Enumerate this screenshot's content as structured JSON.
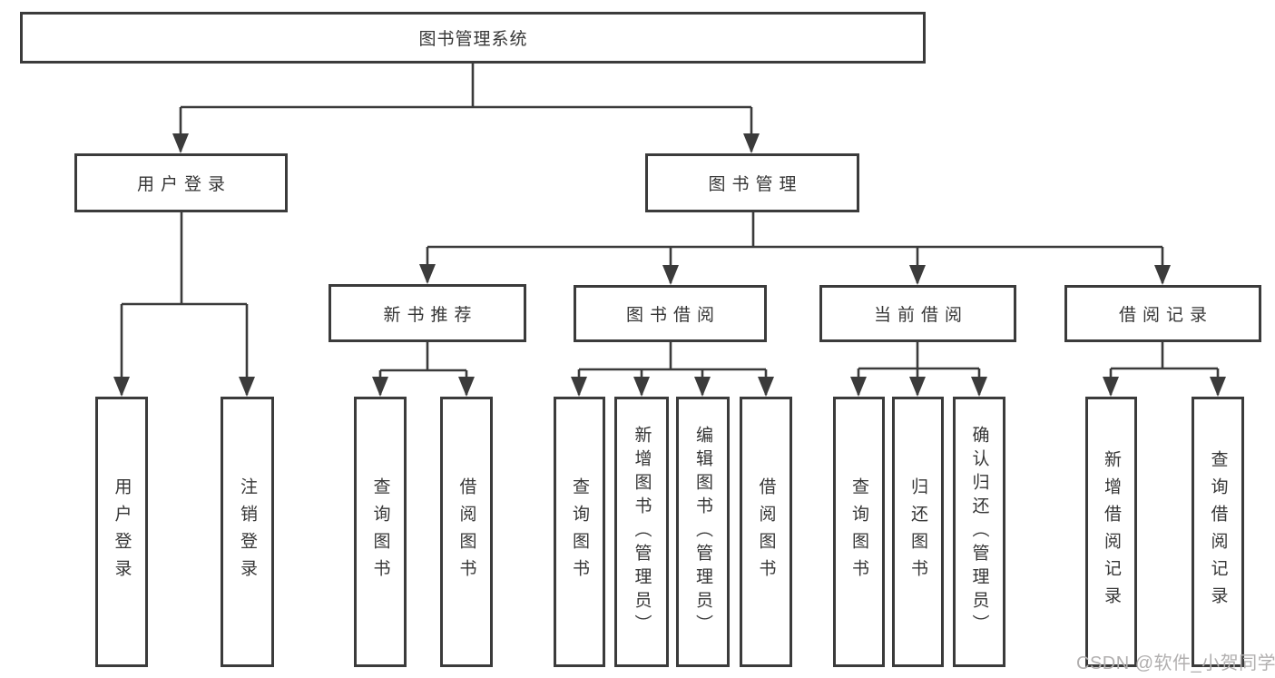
{
  "colors": {
    "line": "#3b3b3b",
    "box_border": "#3b3b3b",
    "text": "#363636",
    "watermark": "#b1afaf",
    "background": "#ffffff"
  },
  "watermark": {
    "text": "CSDN @软件_小贺同学"
  },
  "tree": {
    "root": {
      "label": "图书管理系统",
      "children": [
        {
          "label": "用户登录",
          "children": [
            {
              "label": "用户登录"
            },
            {
              "label": "注销登录"
            }
          ]
        },
        {
          "label": "图书管理",
          "children": [
            {
              "label": "新书推荐",
              "children": [
                {
                  "label": "查询图书"
                },
                {
                  "label": "借阅图书"
                }
              ]
            },
            {
              "label": "图书借阅",
              "children": [
                {
                  "label": "查询图书"
                },
                {
                  "label": "新增图书（管理员）"
                },
                {
                  "label": "编辑图书（管理员）"
                },
                {
                  "label": "借阅图书"
                }
              ]
            },
            {
              "label": "当前借阅",
              "children": [
                {
                  "label": "查询图书"
                },
                {
                  "label": "归还图书"
                },
                {
                  "label": "确认归还（管理员）"
                }
              ]
            },
            {
              "label": "借阅记录",
              "children": [
                {
                  "label": "新增借阅记录"
                },
                {
                  "label": "查询借阅记录"
                }
              ]
            }
          ]
        }
      ]
    }
  }
}
